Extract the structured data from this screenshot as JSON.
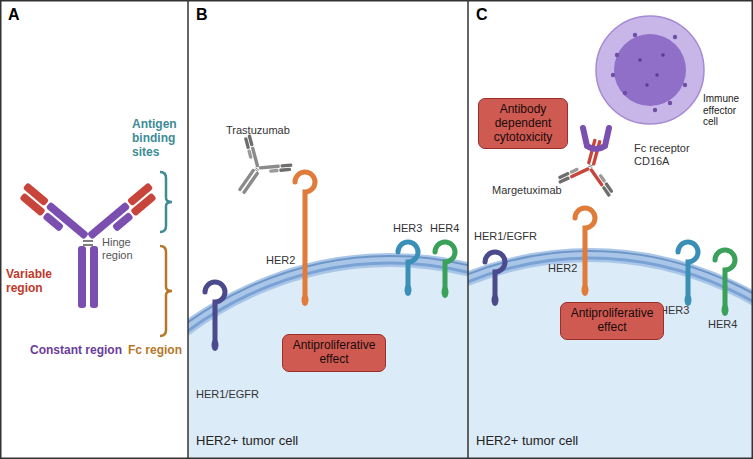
{
  "diagram": {
    "nodes": [
      {
        "text": [
          "Antiproliferative effect"
        ]
      },
      {
        "text": [
          "Immune effector cell"
        ]
      },
      {
        "text": [
          "Antibody dependent cytotoxicity"
        ]
      },
      {
        "text": [
          "Antiproliferative effect"
        ]
      }
    ],
    "labels": [
      "A",
      "B",
      "C",
      "Antigen binding sites",
      "Variable region",
      "Hinge region",
      "Constant region",
      "Fc region",
      "Trastuzumab",
      "HER2",
      "HER3",
      "HER4",
      "HER1/EGFR",
      "HER2+ tumor cell",
      "Margetuximab",
      "Fc receptor CD16A",
      "HER1/EGFR",
      "HER2",
      "HER3",
      "HER4",
      "HER2+ tumor cell"
    ]
  }
}
